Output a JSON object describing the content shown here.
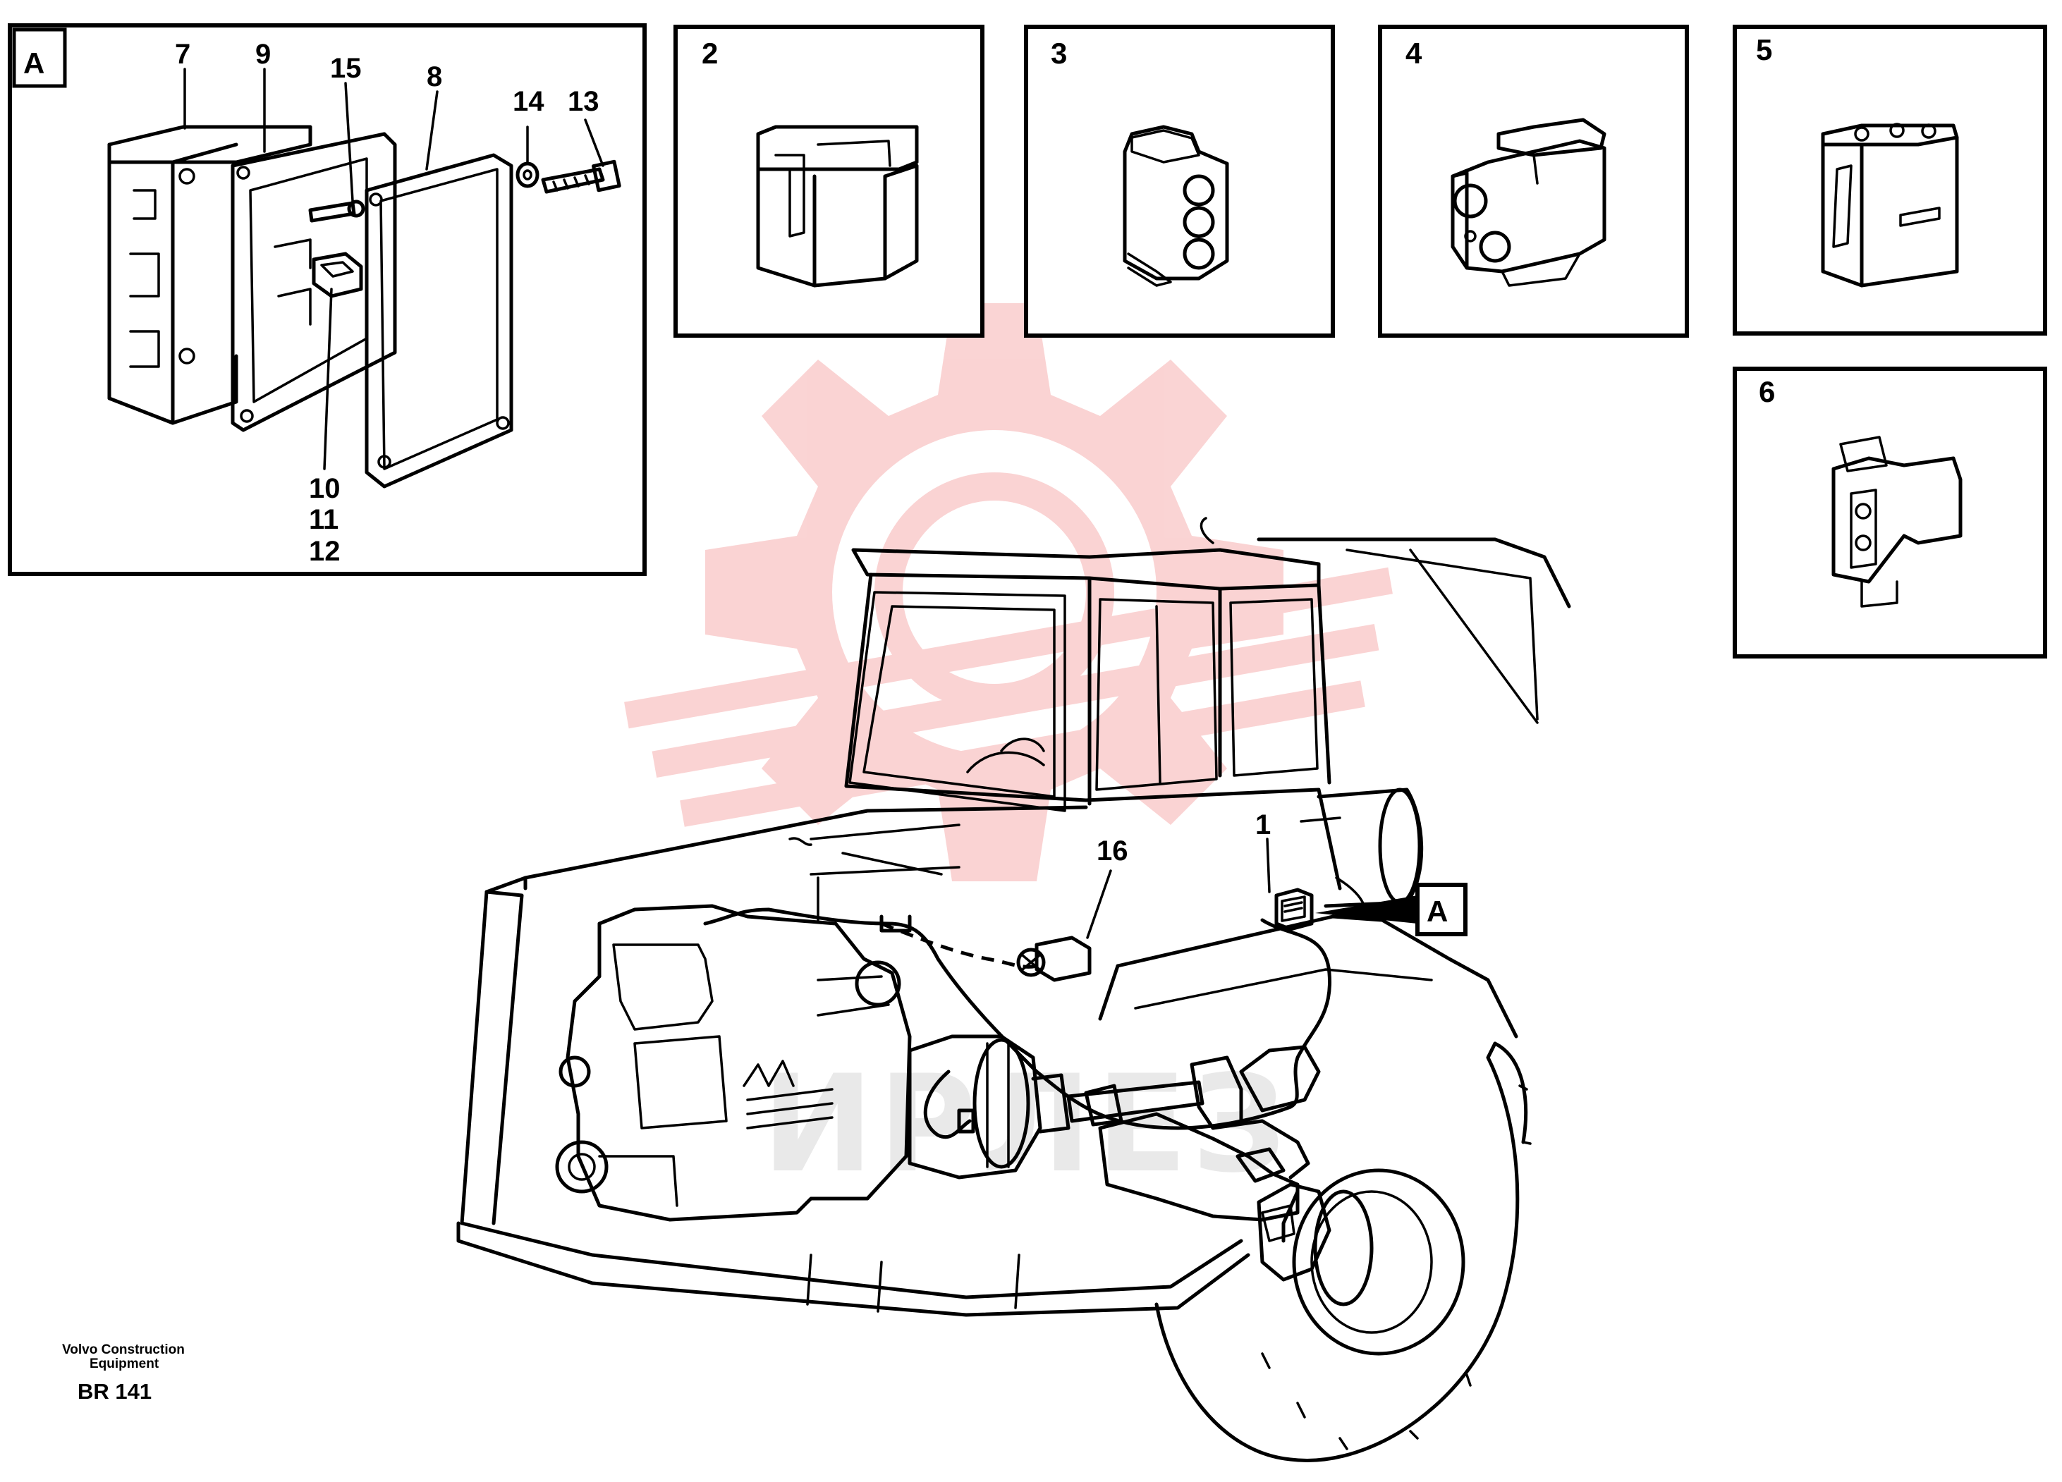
{
  "detail_a": {
    "letter": "A",
    "parts": [
      "7",
      "9",
      "15",
      "8",
      "14",
      "13",
      "10",
      "11",
      "12"
    ]
  },
  "connector_boxes": [
    "2",
    "3",
    "4",
    "5",
    "6"
  ],
  "main_view": {
    "callouts": [
      "16",
      "1"
    ],
    "detail_pointer": "A"
  },
  "watermark": {
    "text": "ИРЛЕЗ",
    "color": "#f4a9a9"
  },
  "footer": {
    "company_line1": "Volvo Construction",
    "company_line2": "Equipment",
    "code": "BR 141"
  }
}
